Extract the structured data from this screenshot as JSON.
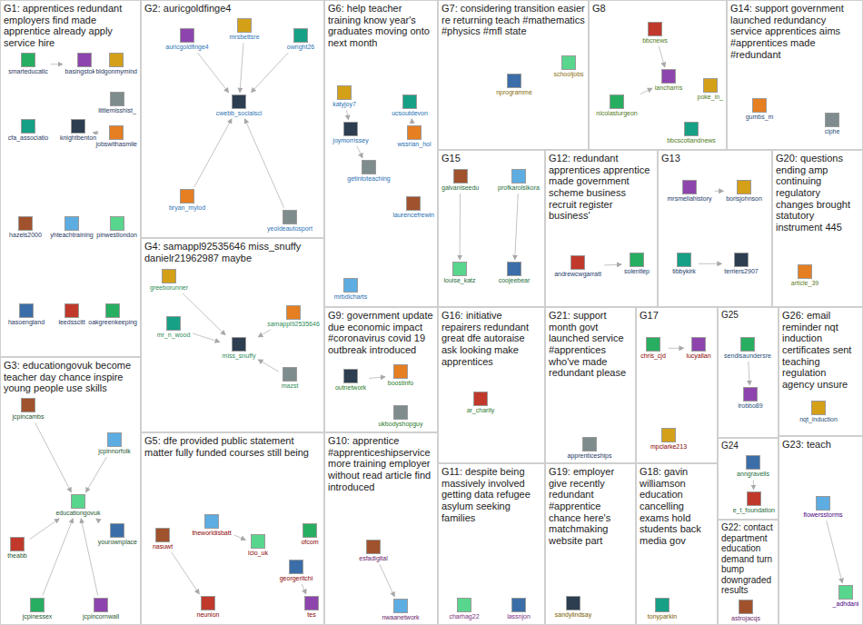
{
  "diagram": {
    "nodes": [
      {
        "text": [
          "G1: apprentices redundant employers find made apprentice already apply service hire"
        ]
      },
      {
        "text": [
          "G2: auricgoldfinge4"
        ]
      },
      {
        "text": [
          "G3: educationgovuk become teacher day chance inspire young people use skills"
        ]
      },
      {
        "text": [
          "G4: samappl92535646 miss_snuffy danielr21962987 maybe"
        ]
      },
      {
        "text": [
          "G5: dfe provided public statement matter fully funded courses still being"
        ]
      },
      {
        "text": [
          "G6: help teacher training know year's graduates moving onto next month"
        ]
      },
      {
        "text": [
          "G7: considering transition easier re returning teach #mathematics #physics #mfl state"
        ]
      },
      {
        "text": [
          "G8"
        ]
      },
      {
        "text": [
          "G9: government update due economic impact #coronavirus covid 19 outbreak introduced"
        ]
      },
      {
        "text": [
          "G10: apprentice #apprenticeshipservice more training employer without read article find introduced"
        ]
      },
      {
        "text": [
          "G11: despite being massively involved getting data refugee asylum seeking families"
        ]
      },
      {
        "text": [
          "G12: redundant apprentices apprentice made government scheme business recruit register business'"
        ]
      },
      {
        "text": [
          "G13"
        ]
      },
      {
        "text": [
          "G14: support government launched redundancy service apprentices aims #apprentices made #redundant"
        ]
      },
      {
        "text": [
          "G15"
        ]
      },
      {
        "text": [
          "G16: initiative repairers redundant great dfe autoraise ask looking make apprentices"
        ]
      },
      {
        "text": [
          "G17"
        ]
      },
      {
        "text": [
          "G18: gavin williamson education cancelling exams hold students back media gov"
        ]
      },
      {
        "text": [
          "G19: employer give recently redundant #apprentice chance here's matchmaking website part"
        ]
      },
      {
        "text": [
          "G20: questions ending amp continuing regulatory changes brought statutory instrument 445"
        ]
      },
      {
        "text": [
          "G21: support month govt launched service #apprentices who've made redundant please"
        ]
      },
      {
        "text": [
          "G22: contact department education demand turn bump downgraded results"
        ]
      },
      {
        "text": [
          "G23: teach"
        ]
      },
      {
        "text": [
          "G24"
        ]
      },
      {
        "text": [
          "G25"
        ]
      },
      {
        "text": [
          "G26: email reminder nqt induction certificates sent teaching regulation agency unsure"
        ]
      },
      {
        "text": [
          "smarteducatic"
        ],
        "in": 0
      },
      {
        "text": [
          "basingstokebi"
        ],
        "in": 0
      },
      {
        "text": [
          "bldgonmymind"
        ],
        "in": 0
      },
      {
        "text": [
          "cfa_associatio"
        ],
        "in": 0
      },
      {
        "text": [
          "knightbenton"
        ],
        "in": 0
      },
      {
        "text": [
          "jobswithasmile"
        ],
        "in": 0
      },
      {
        "text": [
          "littlemisshist_"
        ],
        "in": 0
      },
      {
        "text": [
          "hazels2000"
        ],
        "in": 0
      },
      {
        "text": [
          "yhteachtraining"
        ],
        "in": 0
      },
      {
        "text": [
          "pinwestlondon"
        ],
        "in": 0
      },
      {
        "text": [
          "hasoengland"
        ],
        "in": 0
      },
      {
        "text": [
          "leedsscitt"
        ],
        "in": 0
      },
      {
        "text": [
          "oakgreenkeeping"
        ],
        "in": 0
      },
      {
        "text": [
          "auricgoldfinge4"
        ],
        "in": 1
      },
      {
        "text": [
          "mrsbettsre"
        ],
        "in": 1
      },
      {
        "text": [
          "owright26"
        ],
        "in": 1
      },
      {
        "text": [
          "cwebb_socialsci"
        ],
        "in": 1
      },
      {
        "text": [
          "bryan_mylod"
        ],
        "in": 1
      },
      {
        "text": [
          "yeoldeautosport"
        ],
        "in": 1
      },
      {
        "text": [
          "jcpincambs"
        ],
        "in": 2
      },
      {
        "text": [
          "jcpinnorfolk"
        ],
        "in": 2
      },
      {
        "text": [
          "educationgovuk"
        ],
        "in": 2
      },
      {
        "text": [
          "yourownplace"
        ],
        "in": 2
      },
      {
        "text": [
          "theabb"
        ],
        "in": 2
      },
      {
        "text": [
          "jcpinessex"
        ],
        "in": 2
      },
      {
        "text": [
          "jcpincornwall"
        ],
        "in": 2
      },
      {
        "text": [
          "greeborunner"
        ],
        "in": 3
      },
      {
        "text": [
          "mr_n_wood"
        ],
        "in": 3
      },
      {
        "text": [
          "miss_snuffy"
        ],
        "in": 3
      },
      {
        "text": [
          "samappl92535646"
        ],
        "in": 3
      },
      {
        "text": [
          "mazst"
        ],
        "in": 3
      },
      {
        "text": [
          "nasuwt"
        ],
        "in": 4
      },
      {
        "text": [
          "theworldisbatt"
        ],
        "in": 4
      },
      {
        "text": [
          "lcio_uk"
        ],
        "in": 4
      },
      {
        "text": [
          "georgeritchi"
        ],
        "in": 4
      },
      {
        "text": [
          "neunion"
        ],
        "in": 4
      },
      {
        "text": [
          "ofcom"
        ],
        "in": 4
      },
      {
        "text": [
          "tes"
        ],
        "in": 4
      },
      {
        "text": [
          "katyjoy7"
        ],
        "in": 5
      },
      {
        "text": [
          "ucsoutdevon"
        ],
        "in": 5
      },
      {
        "text": [
          "joymorrissey"
        ],
        "in": 5
      },
      {
        "text": [
          "wssrian_hol"
        ],
        "in": 5
      },
      {
        "text": [
          "getintoteaching"
        ],
        "in": 5
      },
      {
        "text": [
          "laurencefrewin"
        ],
        "in": 5
      },
      {
        "text": [
          "mrbdicharts"
        ],
        "in": 5
      },
      {
        "text": [
          "schooljobs"
        ],
        "in": 6
      },
      {
        "text": [
          "nprogramme"
        ],
        "in": 6
      },
      {
        "text": [
          "bbcnews"
        ],
        "in": 7
      },
      {
        "text": [
          "nicolasturgeon"
        ],
        "in": 7
      },
      {
        "text": [
          "iancharris"
        ],
        "in": 7
      },
      {
        "text": [
          "poke_in_"
        ],
        "in": 7
      },
      {
        "text": [
          "bbcscotlandnews"
        ],
        "in": 7
      },
      {
        "text": [
          "outnetwork"
        ],
        "in": 8
      },
      {
        "text": [
          "boostinfo"
        ],
        "in": 8
      },
      {
        "text": [
          "ukbodyshopguy"
        ],
        "in": 8
      },
      {
        "text": [
          "esfadigital"
        ],
        "in": 9
      },
      {
        "text": [
          "nwaanetwork"
        ],
        "in": 9
      },
      {
        "text": [
          "charhag22"
        ],
        "in": 10
      },
      {
        "text": [
          "lassnjon"
        ],
        "in": 10
      },
      {
        "text": [
          "andrewcwgarratt"
        ],
        "in": 11
      },
      {
        "text": [
          "solentlep"
        ],
        "in": 11
      },
      {
        "text": [
          "mrsmeliahistory"
        ],
        "in": 12
      },
      {
        "text": [
          "borisjohnson"
        ],
        "in": 12
      },
      {
        "text": [
          "tibbykirk"
        ],
        "in": 12
      },
      {
        "text": [
          "terriers2907"
        ],
        "in": 12
      },
      {
        "text": [
          "gumbs_m"
        ],
        "in": 13
      },
      {
        "text": [
          "ciphe"
        ],
        "in": 13
      },
      {
        "text": [
          "galvaniseedu"
        ],
        "in": 14
      },
      {
        "text": [
          "profkarolsikora"
        ],
        "in": 14
      },
      {
        "text": [
          "louise_katz"
        ],
        "in": 14
      },
      {
        "text": [
          "coojeebear"
        ],
        "in": 14
      },
      {
        "text": [
          "ar_charity"
        ],
        "in": 15
      },
      {
        "text": [
          "chris_cjd"
        ],
        "in": 16
      },
      {
        "text": [
          "lucyallan"
        ],
        "in": 16
      },
      {
        "text": [
          "mpclarke213"
        ],
        "in": 16
      },
      {
        "text": [
          "tonyparkin"
        ],
        "in": 17
      },
      {
        "text": [
          "sandylindsay"
        ],
        "in": 18
      },
      {
        "text": [
          "article_39"
        ],
        "in": 19
      },
      {
        "text": [
          "apprenticeships"
        ],
        "in": 20
      },
      {
        "text": [
          "astrojacqs"
        ],
        "in": 21
      },
      {
        "text": [
          "flowersstorms"
        ],
        "in": 22
      },
      {
        "text": [
          "_adhdani"
        ],
        "in": 22
      },
      {
        "text": [
          "anngravells"
        ],
        "in": 23
      },
      {
        "text": [
          "e_t_foundation"
        ],
        "in": 23
      },
      {
        "text": [
          "sendisaundersre"
        ],
        "in": 24
      },
      {
        "text": [
          "lrobbo89"
        ],
        "in": 24
      },
      {
        "text": [
          "nqt_induction"
        ],
        "in": 25
      }
    ],
    "edges": [
      {
        "from": 26,
        "to": 27,
        "arrow": "to"
      },
      {
        "from": 30,
        "to": 31,
        "arrow": "to"
      },
      {
        "from": 39,
        "to": 42,
        "arrow": "to"
      },
      {
        "from": 40,
        "to": 42,
        "arrow": "to"
      },
      {
        "from": 41,
        "to": 42,
        "arrow": "to"
      },
      {
        "from": 43,
        "to": 42,
        "arrow": "to"
      },
      {
        "from": 44,
        "to": 42,
        "arrow": "to"
      },
      {
        "from": 45,
        "to": 47,
        "arrow": "to"
      },
      {
        "from": 46,
        "to": 47,
        "arrow": "to"
      },
      {
        "from": 48,
        "to": 47,
        "arrow": "to"
      },
      {
        "from": 49,
        "to": 47,
        "arrow": "to"
      },
      {
        "from": 50,
        "to": 47,
        "arrow": "to"
      },
      {
        "from": 51,
        "to": 47,
        "arrow": "to"
      },
      {
        "from": 52,
        "to": 54,
        "arrow": "to"
      },
      {
        "from": 53,
        "to": 54,
        "arrow": "to"
      },
      {
        "from": 55,
        "to": 54,
        "arrow": "to"
      },
      {
        "from": 56,
        "to": 54,
        "arrow": "to"
      },
      {
        "from": 57,
        "to": 61,
        "arrow": "to"
      },
      {
        "from": 58,
        "to": 59,
        "arrow": "to"
      },
      {
        "from": 60,
        "to": 63,
        "arrow": "to"
      },
      {
        "from": 66,
        "to": 68,
        "arrow": "to"
      },
      {
        "from": 64,
        "to": 66,
        "arrow": "to"
      },
      {
        "from": 67,
        "to": 65,
        "arrow": "to"
      },
      {
        "from": 74,
        "to": 75,
        "arrow": "to"
      },
      {
        "from": 73,
        "to": 75,
        "arrow": "to"
      },
      {
        "from": 78,
        "to": 79,
        "arrow": "to"
      },
      {
        "from": 81,
        "to": 82,
        "arrow": "to"
      },
      {
        "from": 85,
        "to": 86,
        "arrow": "to"
      },
      {
        "from": 87,
        "to": 88,
        "arrow": "to"
      },
      {
        "from": 89,
        "to": 90,
        "arrow": "to"
      },
      {
        "from": 93,
        "to": 95,
        "arrow": "to"
      },
      {
        "from": 94,
        "to": 96,
        "arrow": "to"
      },
      {
        "from": 98,
        "to": 99,
        "arrow": "to"
      },
      {
        "from": 106,
        "to": 107,
        "arrow": "to"
      },
      {
        "from": 108,
        "to": 109,
        "arrow": "to"
      },
      {
        "from": 110,
        "to": 111,
        "arrow": "to"
      }
    ]
  }
}
